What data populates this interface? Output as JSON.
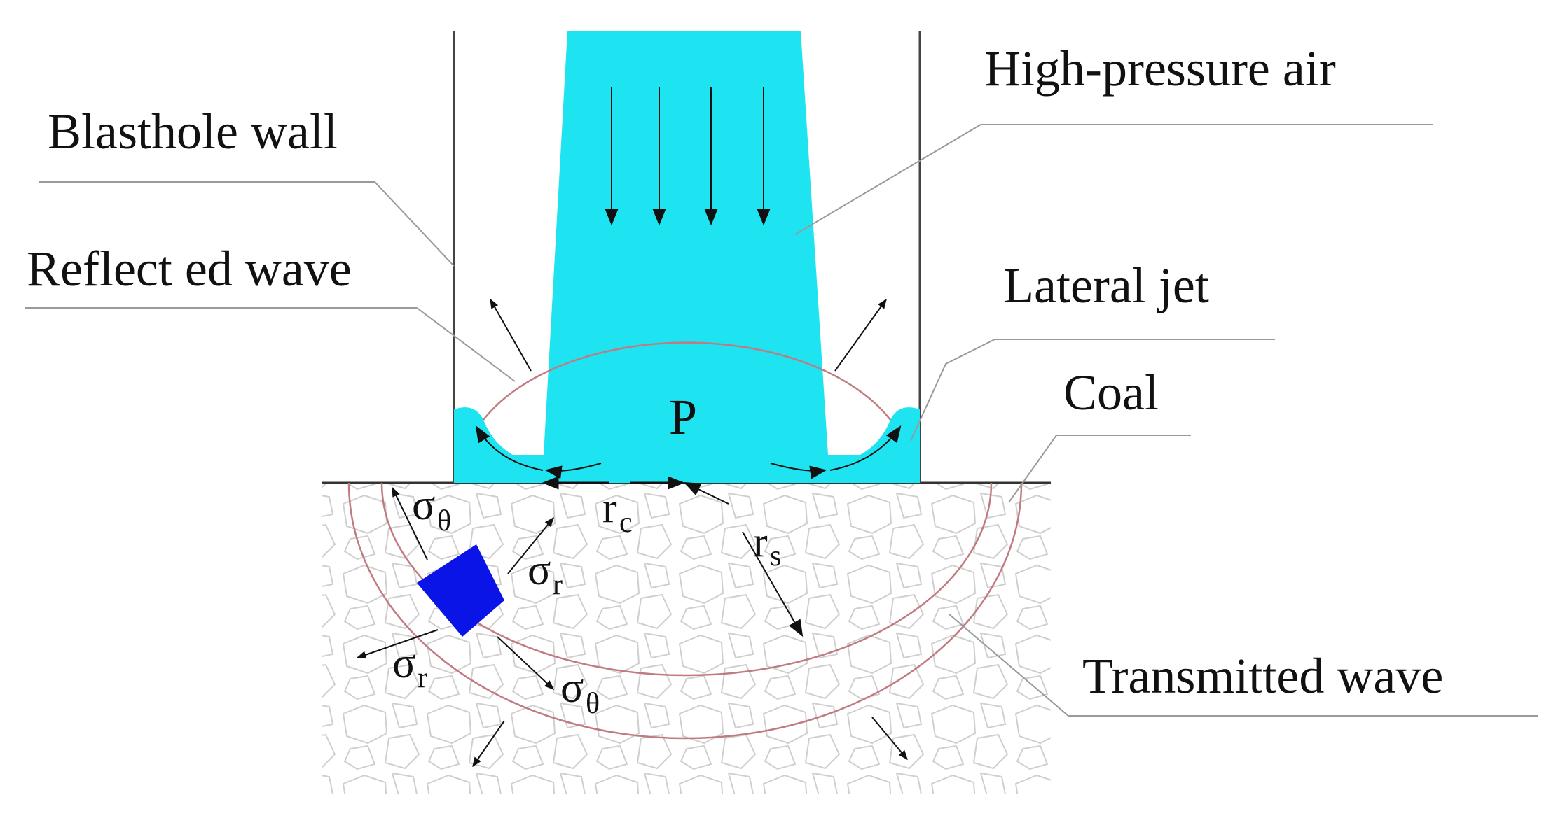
{
  "labels": {
    "blasthole_wall": "Blasthole wall",
    "reflected_wave": "Reflect ed wave",
    "high_pressure_air": "High-pressure air",
    "lateral_jet": "Lateral jet",
    "coal": "Coal",
    "transmitted_wave": "Transmitted wave",
    "pressure": "P",
    "rc": "r",
    "rc_sub": "c",
    "rs": "r",
    "rs_sub": "s",
    "sigma": "σ",
    "theta_sub": "θ",
    "r_sub": "r"
  },
  "colors": {
    "jet": "#1ee3f0",
    "element": "#0a14e6",
    "wave": "#c07b80",
    "leader": "#9a9a9a",
    "coal_texture": "#cfcfcf"
  }
}
